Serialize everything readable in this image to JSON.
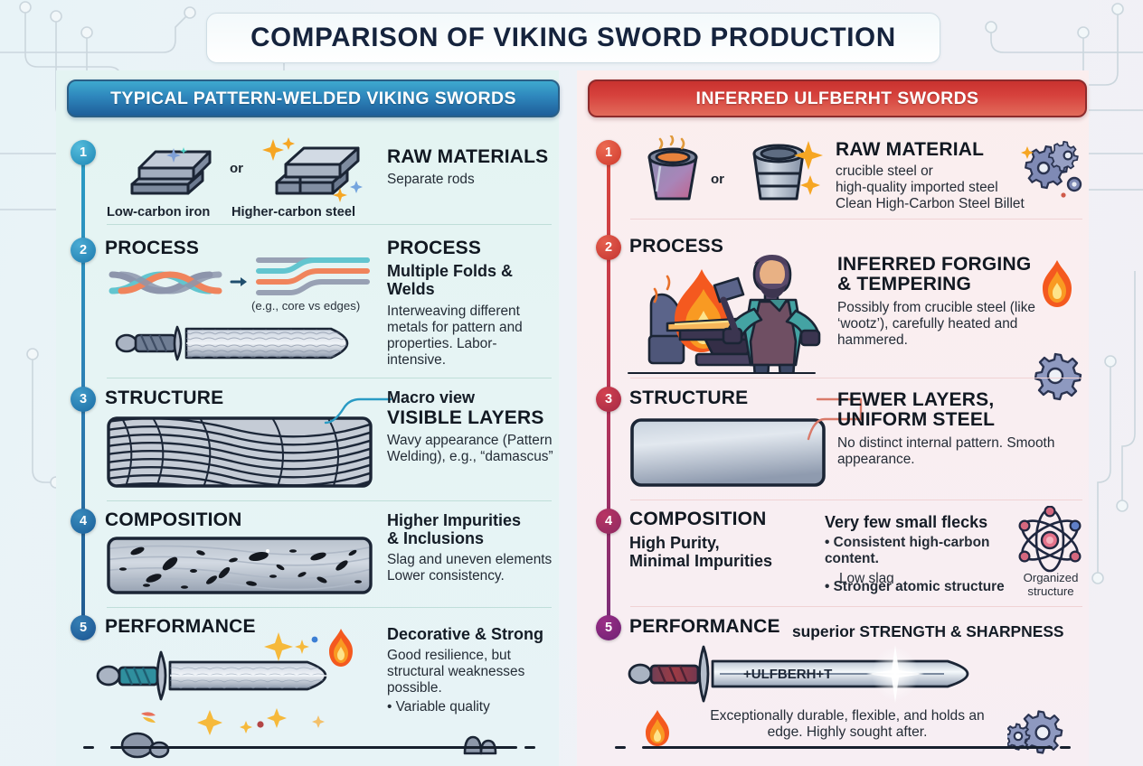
{
  "title": "COMPARISON OF VIKING SWORD PRODUCTION",
  "columns": {
    "left": {
      "header": "TYPICAL PATTERN-WELDED VIKING SWORDS",
      "accent": "#2e86bc",
      "panel_bg": "#e6f4f4",
      "steps": [
        {
          "number": "1",
          "label": "RAW MATERIALS",
          "heading": "RAW MATERIALS",
          "subheading": "Separate rods",
          "caption_a": "Low-carbon iron",
          "connector": "or",
          "caption_b": "Higher-carbon steel",
          "icon_a": "iron-ingot-icon",
          "icon_b": "steel-ingot-icon"
        },
        {
          "number": "2",
          "label": "PROCESS",
          "heading": "PROCESS",
          "subheading": "Multiple Folds & Welds",
          "body": "Interweaving different metals for pattern and properties. Labor-intensive.",
          "diagram_caption": "(e.g., core vs edges)",
          "icon_a": "twisted-rods-icon",
          "icon_b": "folded-layers-icon",
          "icon_c": "pattern-welded-blade-icon"
        },
        {
          "number": "3",
          "label": "STRUCTURE",
          "heading": "Macro view",
          "heading2": "VISIBLE LAYERS",
          "body": "Wavy appearance (Pattern Welding), e.g., “damascus”",
          "icon": "wavy-damascus-swatch-icon"
        },
        {
          "number": "4",
          "label": "COMPOSITION",
          "heading": "Higher Impurities",
          "heading2": "& Inclusions",
          "body": "Slag and uneven elements Lower consistency.",
          "icon": "slag-inclusions-swatch-icon"
        },
        {
          "number": "5",
          "label": "PERFORMANCE",
          "heading": "Decorative & Strong",
          "body": "Good resilience, but structural weaknesses possible.",
          "bullet": "Variable quality",
          "icon": "viking-sword-icon"
        }
      ]
    },
    "right": {
      "header": "INFERRED ULFBERHT SWORDS",
      "accent": "#c9322f",
      "panel_bg": "#f9eef1",
      "steps": [
        {
          "number": "1",
          "label": "RAW MATERIAL",
          "heading": "RAW MATERIAL",
          "line1": "crucible steel or",
          "line2": "high-quality imported steel",
          "line3": "Clean High-Carbon Steel Billet",
          "connector": "or",
          "icon_a": "crucible-icon",
          "icon_b": "steel-billet-icon",
          "icon_c": "gears-icon"
        },
        {
          "number": "2",
          "label": "PROCESS",
          "heading": "INFERRED FORGING",
          "heading2": "& TEMPERING",
          "body": "Possibly from crucible steel (like ‘wootz’), carefully heated and hammered.",
          "icon_a": "blacksmith-forging-icon",
          "icon_b": "flame-icon",
          "icon_c": "gear-icon"
        },
        {
          "number": "3",
          "label": "STRUCTURE",
          "heading": "FEWER LAYERS,",
          "heading2": "UNIFORM STEEL",
          "body": "No distinct internal pattern. Smooth appearance.",
          "icon": "uniform-steel-swatch-icon"
        },
        {
          "number": "4",
          "label": "COMPOSITION",
          "sublabel": "High Purity,",
          "sublabel2": "Minimal Impurities",
          "heading": "Very few small flecks",
          "bullets": [
            "Consistent high-carbon content.",
            "Low slag",
            "Stronger atomic structure"
          ],
          "icon": "atom-icon",
          "icon_caption_1": "Organized",
          "icon_caption_2": "structure"
        },
        {
          "number": "5",
          "label": "PERFORMANCE",
          "heading": "superior STRENGTH & SHARPNESS",
          "body": "Exceptionally durable, flexible, and holds an edge. Highly sought after.",
          "inscription": "+ULFBERH+T",
          "icon": "ulfberht-sword-icon",
          "icon_b": "flame-icon",
          "icon_c": "gears-icon"
        }
      ]
    }
  },
  "colors": {
    "title_text": "#15233d",
    "left_accent": "#2e86bc",
    "right_accent": "#c9322f",
    "left_rail_top": "#2a9bc4",
    "left_rail_bottom": "#20598f",
    "right_rail_top": "#d8453c",
    "right_rail_bottom": "#7a2c7a",
    "background": "#eef4f7",
    "metal_light": "#cdd6e0",
    "metal_dark": "#6b7789",
    "flame_orange": "#f97316"
  }
}
